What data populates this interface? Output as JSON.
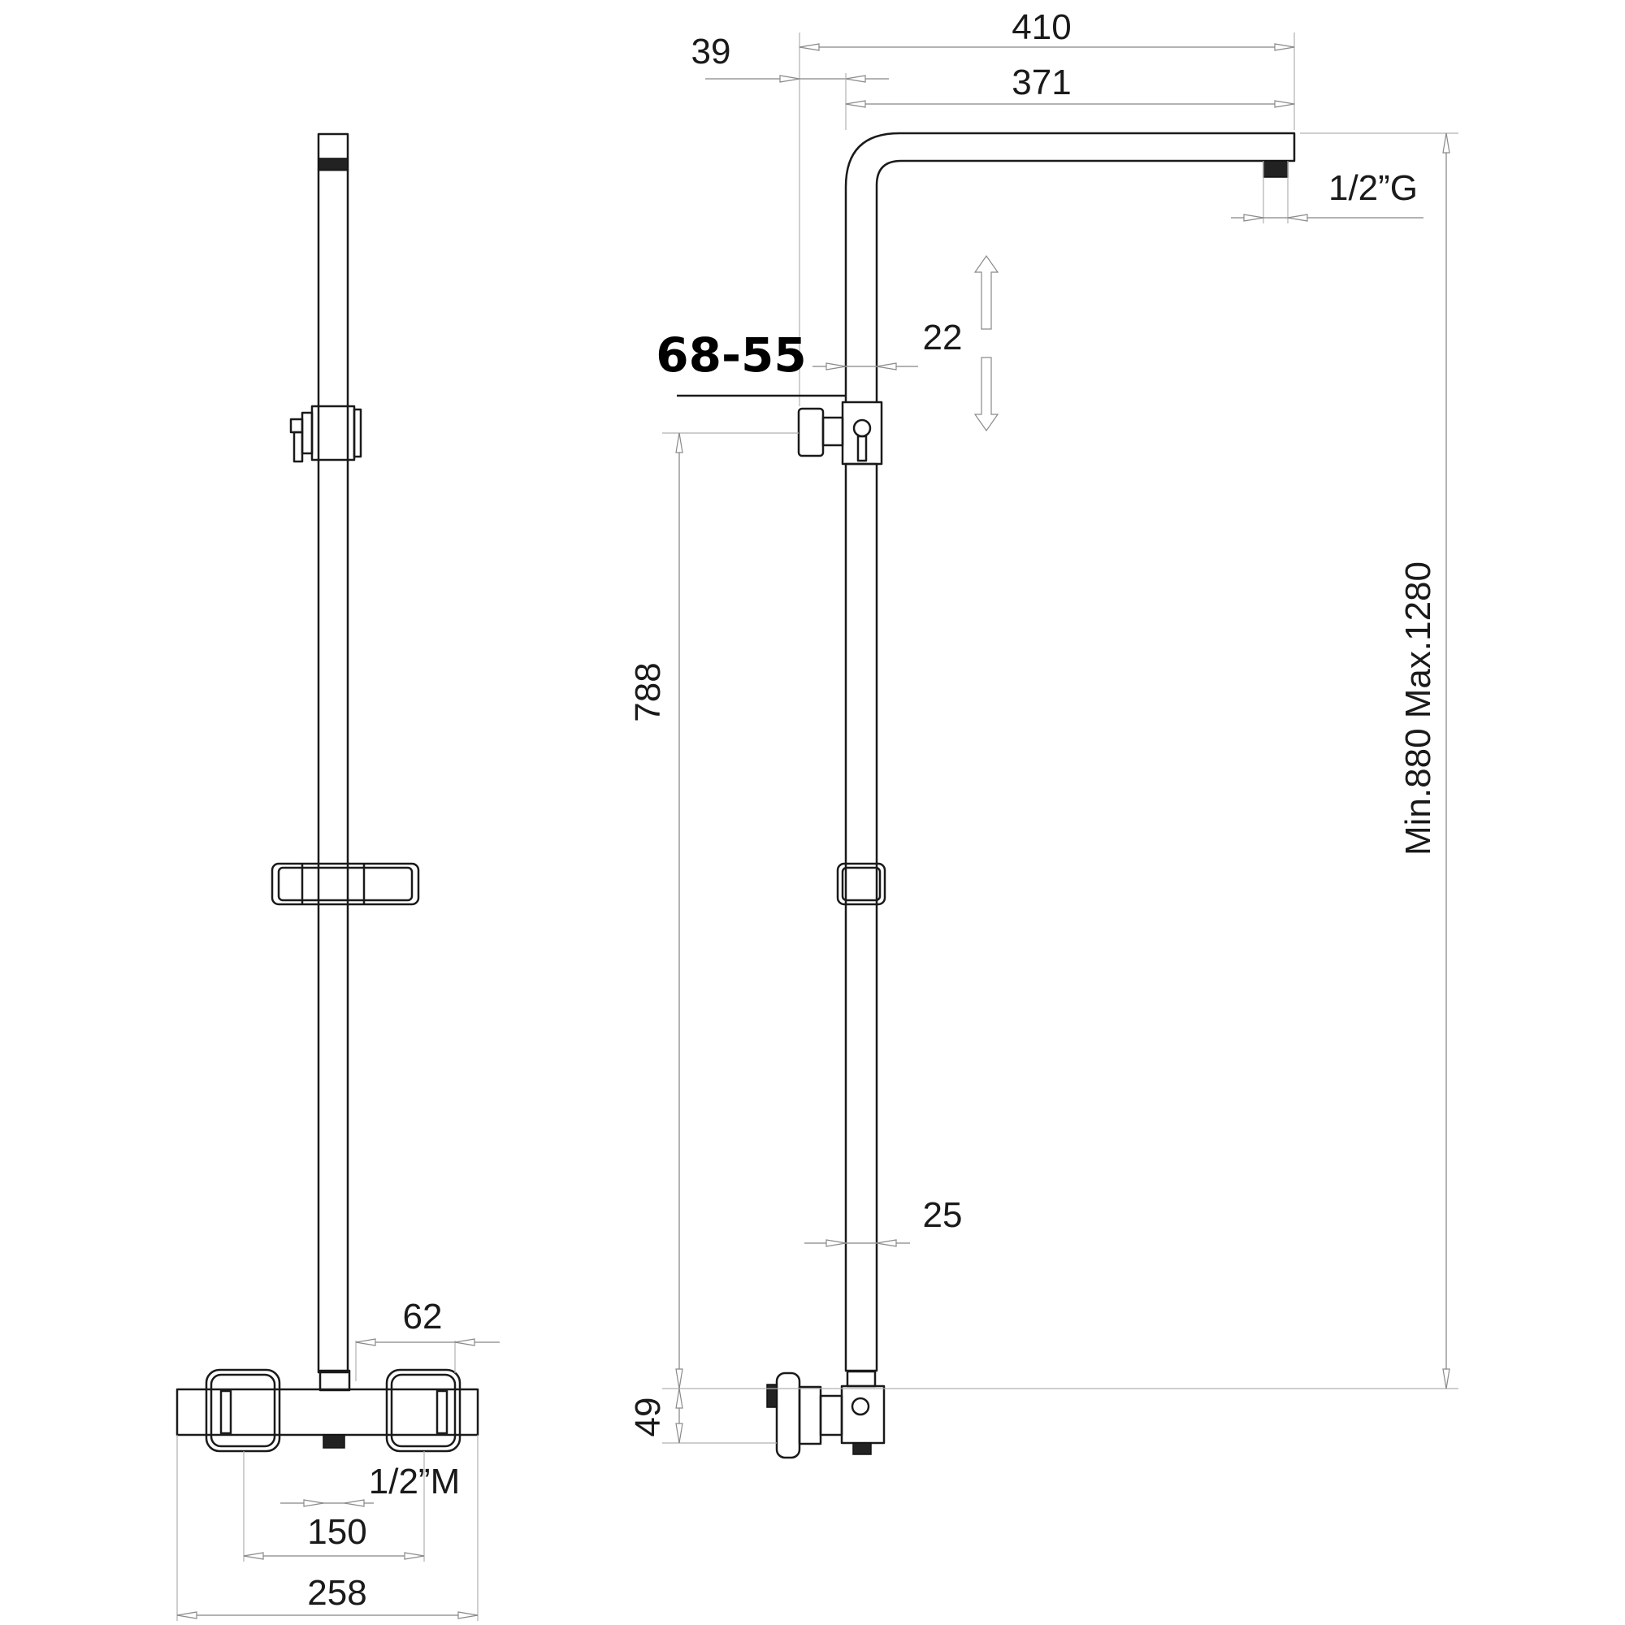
{
  "front_view": {
    "dim_62": "62",
    "dim_inlet": "1/2”M",
    "dim_150": "150",
    "dim_258": "258"
  },
  "side_view": {
    "dim_39": "39",
    "dim_410": "410",
    "dim_371": "371",
    "dim_outlet": "1/2”G",
    "dim_22": "22",
    "dim_68_55": "68-55",
    "dim_788": "788",
    "dim_height": "Min.880 Max.1280",
    "dim_25": "25",
    "dim_49": "49"
  }
}
